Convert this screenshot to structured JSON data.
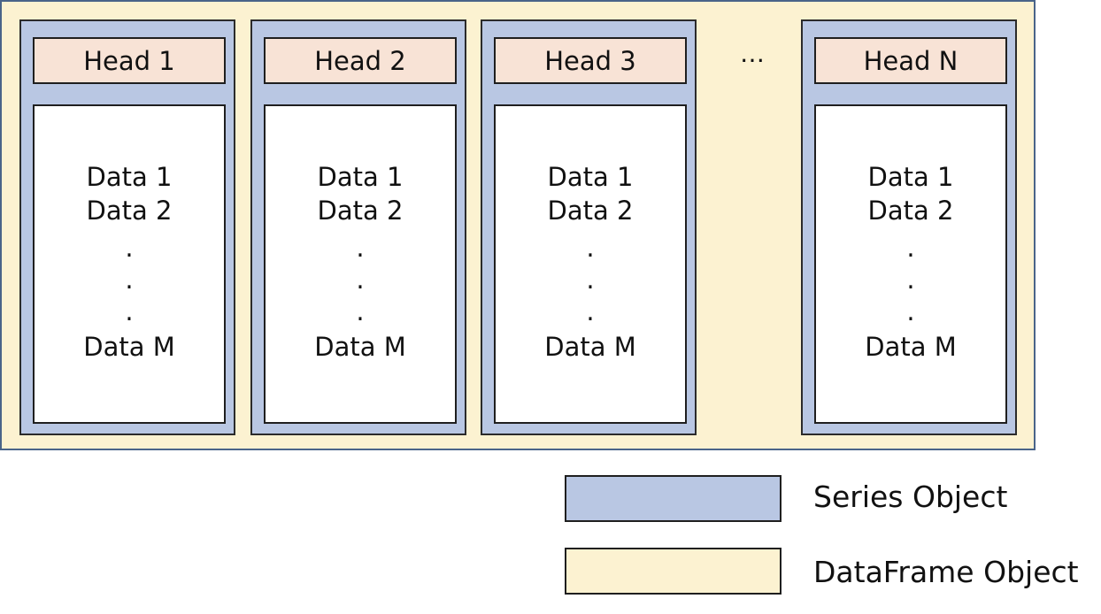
{
  "series": [
    {
      "head": "Head 1",
      "rows": [
        "Data 1",
        "Data 2",
        ".",
        ".",
        ".",
        "Data M"
      ]
    },
    {
      "head": "Head 2",
      "rows": [
        "Data 1",
        "Data 2",
        ".",
        ".",
        ".",
        "Data M"
      ]
    },
    {
      "head": "Head 3",
      "rows": [
        "Data 1",
        "Data 2",
        ".",
        ".",
        ".",
        "Data M"
      ]
    },
    {
      "head": "Head N",
      "rows": [
        "Data 1",
        "Data 2",
        ".",
        ".",
        ".",
        "Data M"
      ]
    }
  ],
  "ellipsis": "…",
  "legend": [
    {
      "label": "Series Object",
      "color": "#b9c7e3"
    },
    {
      "label": "DataFrame Object",
      "color": "#fcf2d1"
    }
  ]
}
